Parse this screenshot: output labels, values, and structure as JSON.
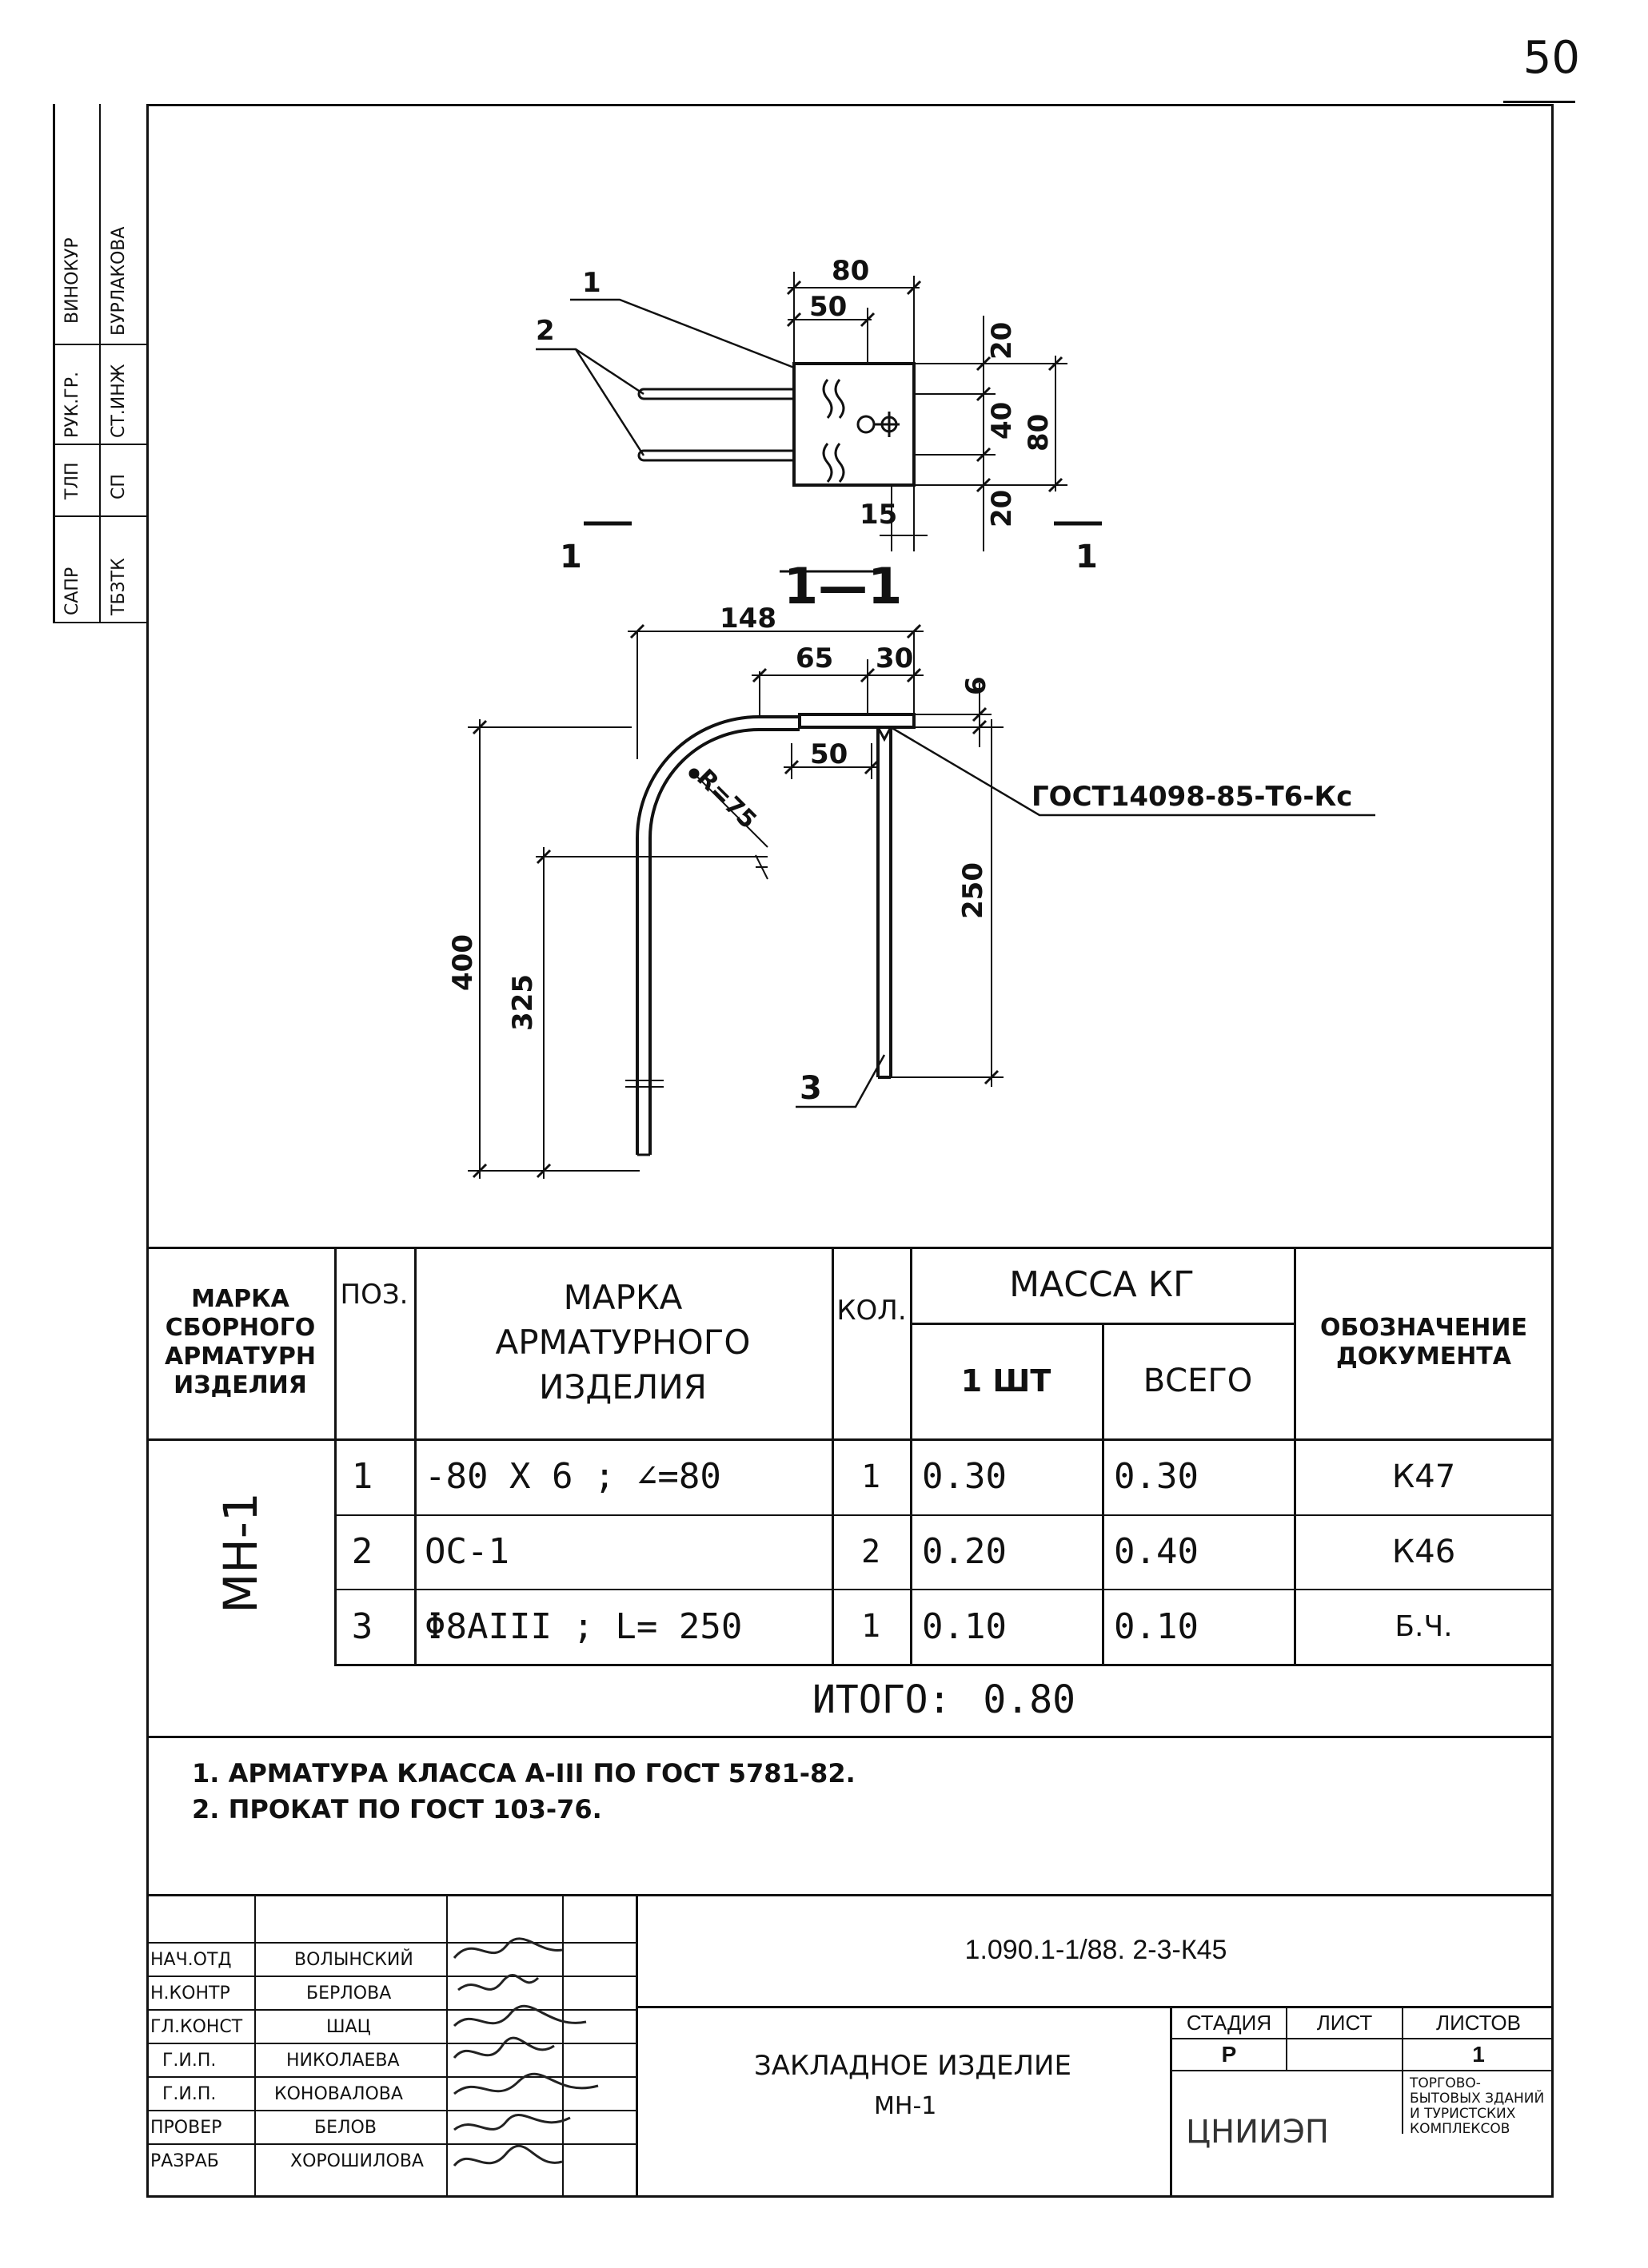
{
  "page_number": "50",
  "side_stamp": [
    {
      "col1": "ВИНОКУР",
      "col2": "БУРЛАКОВА"
    },
    {
      "col1": "РУК.ГР.",
      "col2": "СТ.ИНЖ"
    },
    {
      "col1": "ТЛП",
      "col2": "СП"
    },
    {
      "col1": "САПР",
      "col2": "ТБЗТК"
    }
  ],
  "drawing": {
    "plan": {
      "dim_80_top": "80",
      "dim_50_top": "50",
      "dim_20_a": "20",
      "dim_40": "40",
      "dim_20_b": "20",
      "dim_80_right": "80",
      "dim_15": "15",
      "leader_1": "1",
      "leader_2": "2",
      "section_mark_left": "1",
      "section_mark_right": "1"
    },
    "section": {
      "title": "1—1",
      "dim_148": "148",
      "dim_65": "65",
      "dim_30": "30",
      "dim_6": "6",
      "dim_50": "50",
      "radius": "R=75",
      "dim_400": "400",
      "dim_325": "325",
      "dim_250": "250",
      "weld_spec": "ГОСТ14098-85-Т6-Кс",
      "leader_3": "3"
    }
  },
  "table": {
    "headers": {
      "mark_assembly": "МАРКА СБОРНОГО АРМАТУРН ИЗДЕЛИЯ",
      "pos": "ПОЗ.",
      "mark_rebar": "МАРКА АРМАТУРНОГО ИЗДЕЛИЯ",
      "qty": "КОЛ.",
      "mass": "МАССА КГ",
      "mass_one": "1 ШТ",
      "mass_total": "ВСЕГО",
      "doc": "ОБОЗНАЧЕНИЕ ДОКУМЕНТА"
    },
    "assembly_mark": "МН-1",
    "rows": [
      {
        "pos": "1",
        "mark": "-80 Х 6 ; ∠=80",
        "qty": "1",
        "one": "0.30",
        "total": "0.30",
        "doc": "К47"
      },
      {
        "pos": "2",
        "mark": "ОС-1",
        "qty": "2",
        "one": "0.20",
        "total": "0.40",
        "doc": "К46"
      },
      {
        "pos": "3",
        "mark": "Φ8АIII ; L= 250",
        "qty": "1",
        "one": "0.10",
        "total": "0.10",
        "doc": "Б.Ч."
      }
    ],
    "total_label": "ИТОГО:",
    "total_value": "0.80"
  },
  "notes": [
    "1. АРМАТУРА КЛАССА А-III ПО ГОСТ 5781-82.",
    "2. ПРОКАТ ПО ГОСТ 103-76."
  ],
  "title_block": {
    "document_code": "1.090.1-1/88. 2-3-К45",
    "title_line1": "ЗАКЛАДНОЕ ИЗДЕЛИЕ",
    "title_line2": "МН-1",
    "stage_label": "СТАДИЯ",
    "sheet_label": "ЛИСТ",
    "sheets_label": "ЛИСТОВ",
    "stage_value": "Р",
    "sheets_value": "1",
    "org": "ЦНИИЭП",
    "org_desc": "ТОРГОВО-БЫТОВЫХ ЗДАНИЙ И ТУРИСТСКИХ КОМПЛЕКСОВ",
    "signatures": [
      {
        "role": "НАЧ.ОТД",
        "name": "ВОЛЫНСКИЙ"
      },
      {
        "role": "Н.КОНТР",
        "name": "БЕРЛОВА"
      },
      {
        "role": "ГЛ.КОНСТ",
        "name": "ШАЦ"
      },
      {
        "role": "Г.И.П.",
        "name": "НИКОЛАЕВА"
      },
      {
        "role": "Г.И.П.",
        "name": "КОНОВАЛОВА"
      },
      {
        "role": "ПРОВЕР",
        "name": "БЕЛОВ"
      },
      {
        "role": "РАЗРАБ",
        "name": "ХОРОШИЛОВА"
      }
    ]
  }
}
